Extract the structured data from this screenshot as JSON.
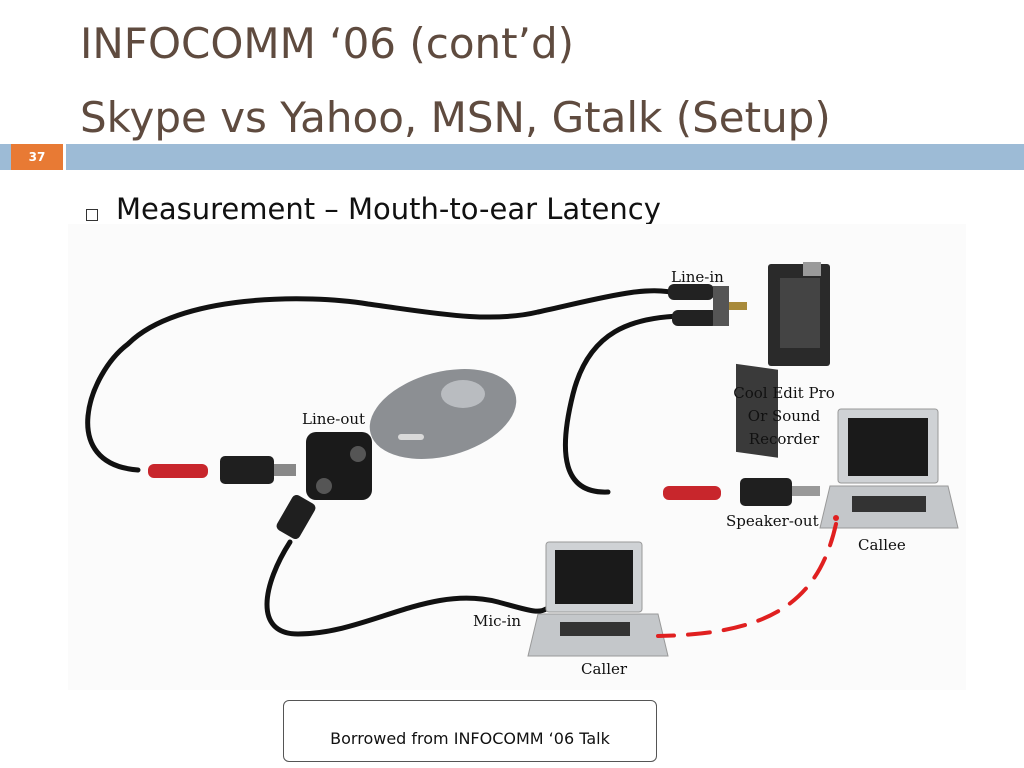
{
  "slide": {
    "title_line1": "INFOCOMM ‘06 (cont’d)",
    "title_line2": "Skype vs Yahoo, MSN, Gtalk (Setup)",
    "number": "37",
    "bullet": "Measurement – Mouth-to-ear Latency",
    "footer_note": "Borrowed from INFOCOMM ‘06 Talk"
  },
  "diagram": {
    "labels": {
      "line_in": "Line-in",
      "line_out": "Line-out",
      "software_1": "Cool Edit Pro",
      "software_2": "Or Sound",
      "software_3": "Recorder",
      "speaker_out": "Speaker-out",
      "callee": "Callee",
      "mic_in": "Mic-in",
      "caller": "Caller"
    }
  },
  "colors": {
    "title": "#5f4b3f",
    "header_bar": "#9dbbd6",
    "slide_number_bg": "#e87a34",
    "acoustic_path": "#e02020"
  }
}
